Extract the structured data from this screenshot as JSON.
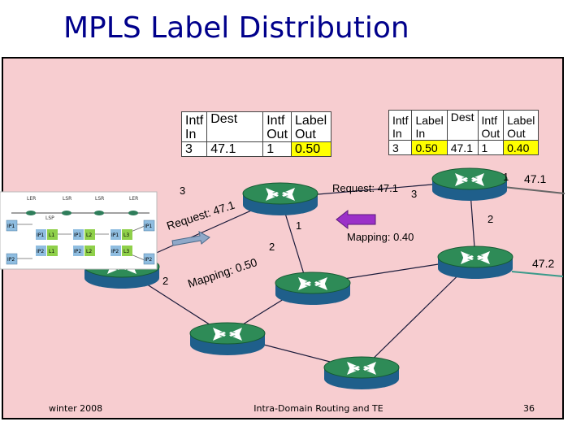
{
  "title": "MPLS Label Distribution",
  "table_left": {
    "headers": [
      "Intf\nIn",
      "Dest",
      "Intf\nOut",
      "Label\nOut"
    ],
    "row": [
      "3",
      "47.1",
      "1",
      "0.50"
    ]
  },
  "table_right": {
    "headers": [
      "Intf\nIn",
      "Label\nIn",
      "Dest",
      "Intf\nOut",
      "Label\nOut"
    ],
    "row": [
      "3",
      "0.50",
      "47.1",
      "1",
      "0.40"
    ]
  },
  "labels": {
    "request_top": "Request: 47.1",
    "mapping_top": "Mapping: 0.40",
    "request_diag": "Request: 47.1",
    "mapping_diag": "Mapping: 0.50",
    "port_3_mid": "3",
    "port_3_left": "3",
    "port_1_top": "1",
    "port_1_mid": "1",
    "port_2_right": "2",
    "port_2_mid": "2",
    "port_2_left": "2",
    "dest_top": "47.1",
    "dest_bottom": "47.2"
  },
  "inset": {
    "top_labels": [
      "LER",
      "LSR",
      "LSR",
      "LER"
    ],
    "lsp": "LSP",
    "cells": [
      "IP1",
      "L1",
      "IP1",
      "L2",
      "IP1",
      "L3",
      "IP2",
      "L1",
      "IP2",
      "L2",
      "IP2",
      "L3"
    ],
    "ends": [
      "IP1",
      "IP2",
      "IP1",
      "IP2"
    ]
  },
  "footer": {
    "left": "winter 2008",
    "center": "Intra-Domain Routing and TE",
    "right": "36"
  },
  "colors": {
    "title": "#00008b",
    "background": "#f7cdd0",
    "router_top": "#2e8b57",
    "router_side": "#1f5f8b",
    "request_arrow": "#8fa8c8",
    "mapping_arrow": "#9b30c8",
    "highlight": "#ffff00"
  }
}
